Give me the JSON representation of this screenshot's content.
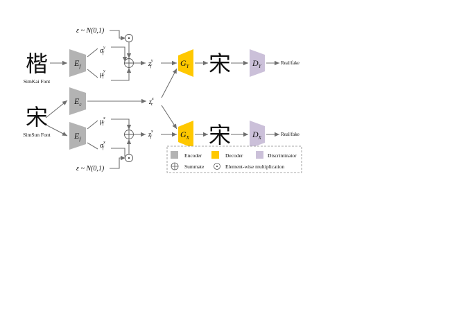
{
  "glyphs": {
    "input_kai": "楷",
    "input_sun": "宋",
    "output_top": "宋",
    "output_bottom": "宋"
  },
  "labels": {
    "simkai_font": "SimKai Font",
    "simsun_font": "SimSun Font",
    "noise_top": "ε ~ N(0,1)",
    "noise_bottom": "ε ~ N(0,1)",
    "real_fake_top": "Real/fake",
    "real_fake_bottom": "Real/fake"
  },
  "blocks": {
    "encoder_top": {
      "main": "E",
      "sub": "f"
    },
    "encoder_content": {
      "main": "E",
      "sub": "c"
    },
    "encoder_bottom": {
      "main": "E",
      "sub": "f"
    },
    "decoder_top": {
      "main": "G",
      "sub": "Y"
    },
    "decoder_bottom": {
      "main": "G",
      "sub": "X"
    },
    "disc_top": {
      "main": "D",
      "sub": "Y"
    },
    "disc_bottom": {
      "main": "D",
      "sub": "X"
    }
  },
  "variables": {
    "sigma_top": {
      "main": "σ",
      "sub": "f",
      "sup": "y"
    },
    "mu_top": {
      "main": "μ",
      "sub": "f",
      "sup": "y"
    },
    "z_top": {
      "main": "z",
      "sub": "f",
      "sup": "y"
    },
    "z_content": {
      "main": "z",
      "sub": "c",
      "sup": "x"
    },
    "mu_bottom": {
      "main": "μ",
      "sub": "f",
      "sup": "x"
    },
    "sigma_bottom": {
      "main": "σ",
      "sub": "f",
      "sup": "x"
    },
    "z_bottom": {
      "main": "z",
      "sub": "f",
      "sup": "x"
    }
  },
  "legend": {
    "encoder": "Encoder",
    "decoder": "Decoder",
    "discriminator": "Discriminator",
    "summate": "Summate",
    "elementwise": "Element-wise multiplication"
  },
  "colors": {
    "encoder": "#b3b3b3",
    "decoder": "#ffc800",
    "discriminator": "#cbc0d9",
    "line": "#6f6f6f"
  }
}
